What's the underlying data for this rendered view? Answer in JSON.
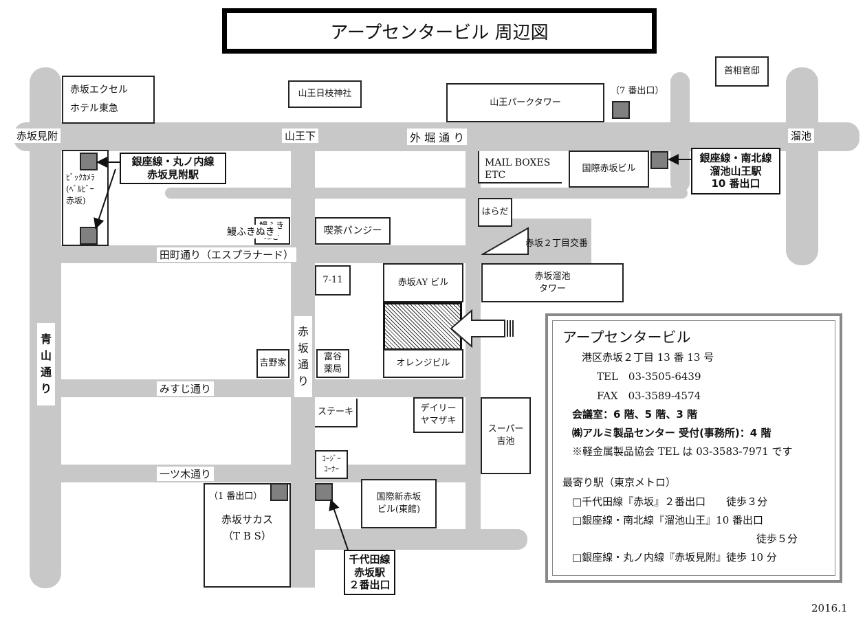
{
  "title": "アープセンタービル 周辺図",
  "year": "2016.1",
  "colors": {
    "road": "#c8c8c8",
    "exit": "#808080",
    "frame": "#888888"
  },
  "roads": {
    "akasaka_mitsuke": "赤坂見附",
    "sannoshita": "山王下",
    "sotobori": "外 堀 通 り",
    "tameike": "溜池",
    "tamachi": "田町通り（エスプラナード）",
    "misuji": "みすじ通り",
    "hitotsugi": "一ツ木通り",
    "aoyama": [
      "青",
      "山",
      "通",
      "り"
    ],
    "akasaka_dori": [
      "赤",
      "坂",
      "通",
      "り"
    ]
  },
  "buildings": {
    "excel_1": "赤坂エクセル",
    "excel_2": "ホテル東急",
    "sanno_shrine": "山王日枝神社",
    "sanno_park": "山王パークタワー",
    "exit7": "（7 番出口）",
    "shusho": "首相官邸",
    "mailboxes_1": "MAIL BOXES",
    "mailboxes_2": "ETC",
    "kokusai_akasaka": "国際赤坂ビル",
    "harada": "はらだ",
    "koban": "赤坂２丁目交番",
    "bic_1": "ﾋﾞｯｸｶﾒﾗ",
    "bic_2": "(ﾍﾞﾙﾋﾞｰ",
    "bic_3": "赤坂)",
    "unagi": "鰻ふきぬき",
    "pansy": "喫茶パンジー",
    "seven": "7-11",
    "ay": "赤坂AY ビル",
    "tameike_tower_1": "赤坂溜池",
    "tameike_tower_2": "タワー",
    "orange": "オレンジビル",
    "yoshinoya": "吉野家",
    "tomiya_1": "富谷",
    "tomiya_2": "薬局",
    "steak": "ステーキ",
    "daily_1": "デイリー",
    "daily_2": "ヤマザキ",
    "super_1": "スーパー",
    "super_2": "吉池",
    "cozy_1": "ｺｰｼﾞｰ",
    "cozy_2": "ｺｰﾅｰ",
    "exit1": "（1 番出口）",
    "sacas_1": "赤坂サカス",
    "sacas_2": "（T B S）",
    "shinakasaka_1": "国際新赤坂",
    "shinakasaka_2": "ビル(東館)"
  },
  "callouts": {
    "ginza_mitsuke_1": "銀座線・丸ノ内線",
    "ginza_mitsuke_2": "赤坂見附駅",
    "tameike_1": "銀座線・南北線",
    "tameike_2": "溜池山王駅",
    "tameike_3": "10 番出口",
    "chiyoda_1": "千代田線",
    "chiyoda_2": "赤坂駅",
    "chiyoda_3": "２番出口"
  },
  "info": {
    "name": "アープセンタービル",
    "address": "港区赤坂２丁目 13 番 13 号",
    "tel": "TEL　03-3505-6439",
    "fax": "FAX　03-3589-4574",
    "meeting": "会議室：6 階、5 階、3 階",
    "reception": "㈱アルミ製品センター 受付(事務所)：4 階",
    "kinzoku": "※軽金属製品協会 TEL は 03-3583-7971 です",
    "nearest": "最寄り駅（東京メトロ）",
    "st1": "□千代田線『赤坂』２番出口　　徒歩３分",
    "st2": "□銀座線・南北線『溜池山王』10 番出口",
    "st2b": "徒歩５分",
    "st3": "□銀座線・丸ノ内線『赤坂見附』徒歩 10 分"
  }
}
